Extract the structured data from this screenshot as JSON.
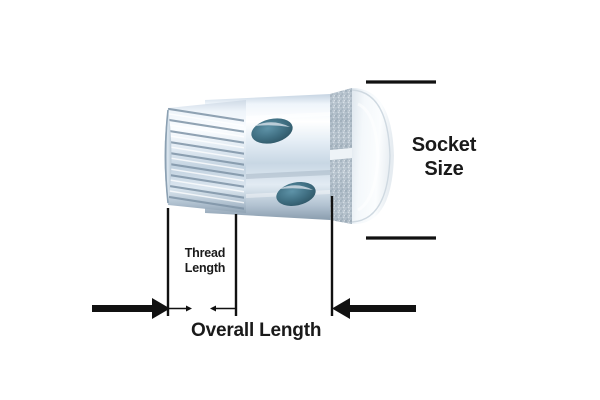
{
  "figure": {
    "subject": "banjo-bolt",
    "background_color": "#ffffff",
    "line_color": "#111111",
    "metal_light": "#f2f6fa",
    "metal_mid": "#c3d2e0",
    "metal_dark": "#8fa3b5",
    "cap_color": "#eef2f6",
    "hex_texture_color": "#a9b6c1",
    "port_color": "#3d6b7d"
  },
  "callouts": {
    "socket_size": {
      "label": "Socket\nSize",
      "leader_top": true,
      "leader_bottom": true
    },
    "thread_length": {
      "label": "Thread\nLength",
      "arrow_style": "inward-thin-ticks"
    },
    "overall_length": {
      "label": "Overall Length",
      "arrow_style": "inward-thick-arrows"
    }
  }
}
